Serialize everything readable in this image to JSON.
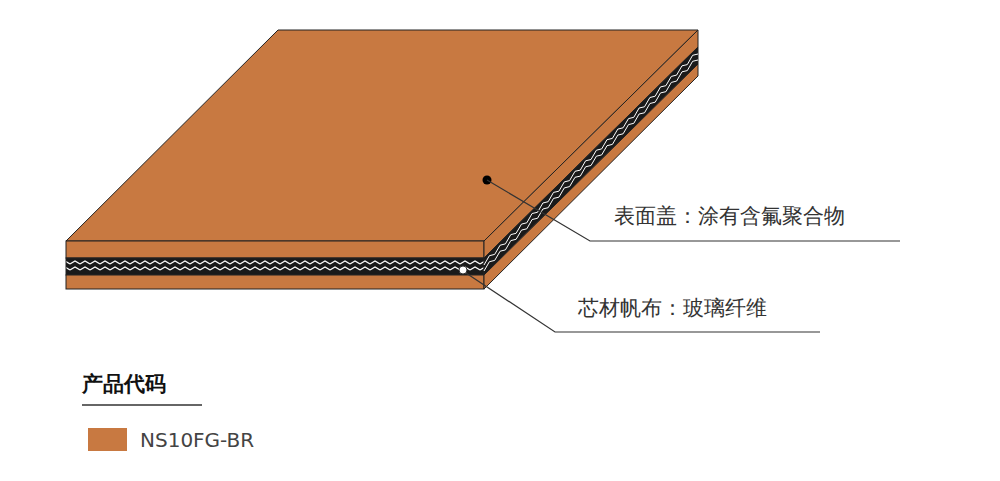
{
  "diagram": {
    "labels": [
      "表面盖：涂有含氟聚合物",
      "芯材帆布：玻璃纤维",
      "产品代码"
    ],
    "legend": [
      {
        "text": "NS10FG-BR",
        "color": "#c87941"
      }
    ]
  }
}
